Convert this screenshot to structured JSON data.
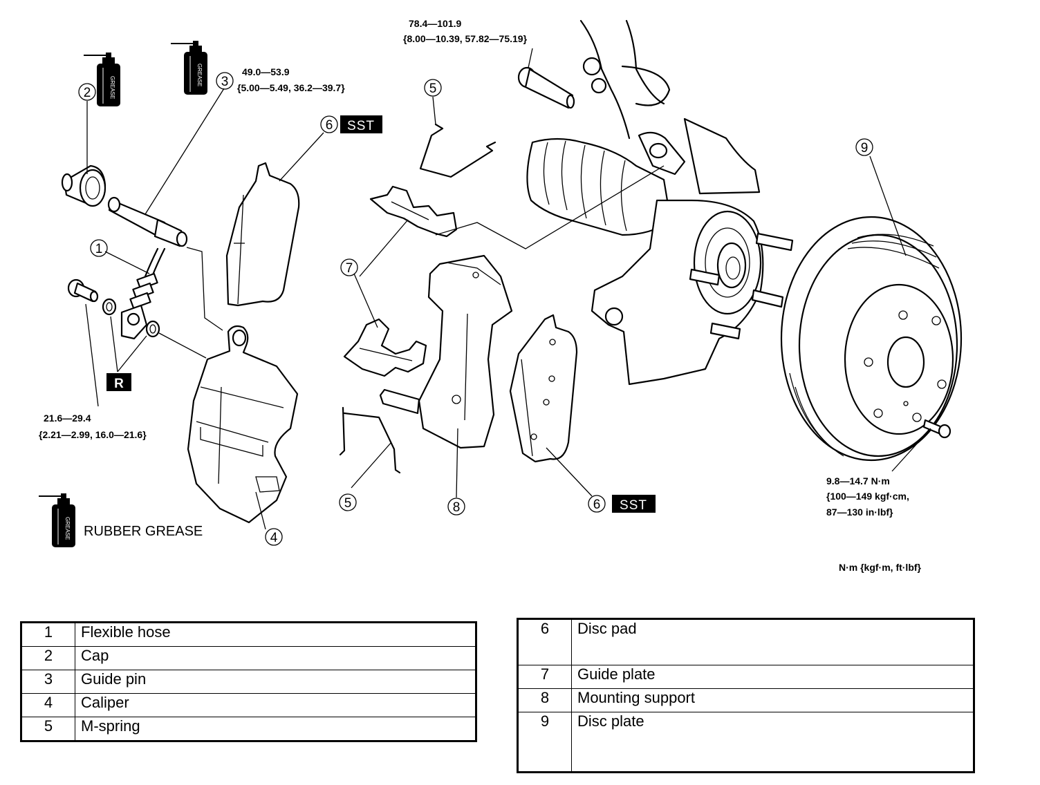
{
  "callouts": {
    "c1": "1",
    "c2": "2",
    "c3": "3",
    "c4": "4",
    "c5a": "5",
    "c5b": "5",
    "c6a": "6",
    "c6b": "6",
    "c7": "7",
    "c8": "8",
    "c9": "9"
  },
  "badges": {
    "sst": "SST",
    "replace": "R"
  },
  "grease_icon_label": "GREASE",
  "torque": {
    "bolt_top": {
      "line1": "78.4—101.9",
      "line2": "{8.00—10.39, 57.82—75.19}"
    },
    "guide_pin": {
      "line1": "49.0—53.9",
      "line2": "{5.00—5.49, 36.2—39.7}"
    },
    "hose_bolt": {
      "line1": "21.6—29.4",
      "line2": "{2.21—2.99, 16.0—21.6}"
    },
    "disc_screw": {
      "line1": "9.8—14.7 N·m",
      "line2": "{100—149 kgf·cm,",
      "line3": "87—130 in·lbf}"
    }
  },
  "legend": {
    "rubber_grease": "RUBBER GREASE"
  },
  "units": "N·m {kgf·m,  ft·lbf}",
  "parts_left": [
    {
      "num": "1",
      "name": "Flexible hose"
    },
    {
      "num": "2",
      "name": "Cap"
    },
    {
      "num": "3",
      "name": "Guide pin"
    },
    {
      "num": "4",
      "name": "Caliper"
    },
    {
      "num": "5",
      "name": "M-spring"
    }
  ],
  "parts_right": [
    {
      "num": "6",
      "name": "Disc pad"
    },
    {
      "num": "7",
      "name": "Guide plate"
    },
    {
      "num": "8",
      "name": "Mounting support"
    },
    {
      "num": "9",
      "name": "Disc plate"
    }
  ]
}
